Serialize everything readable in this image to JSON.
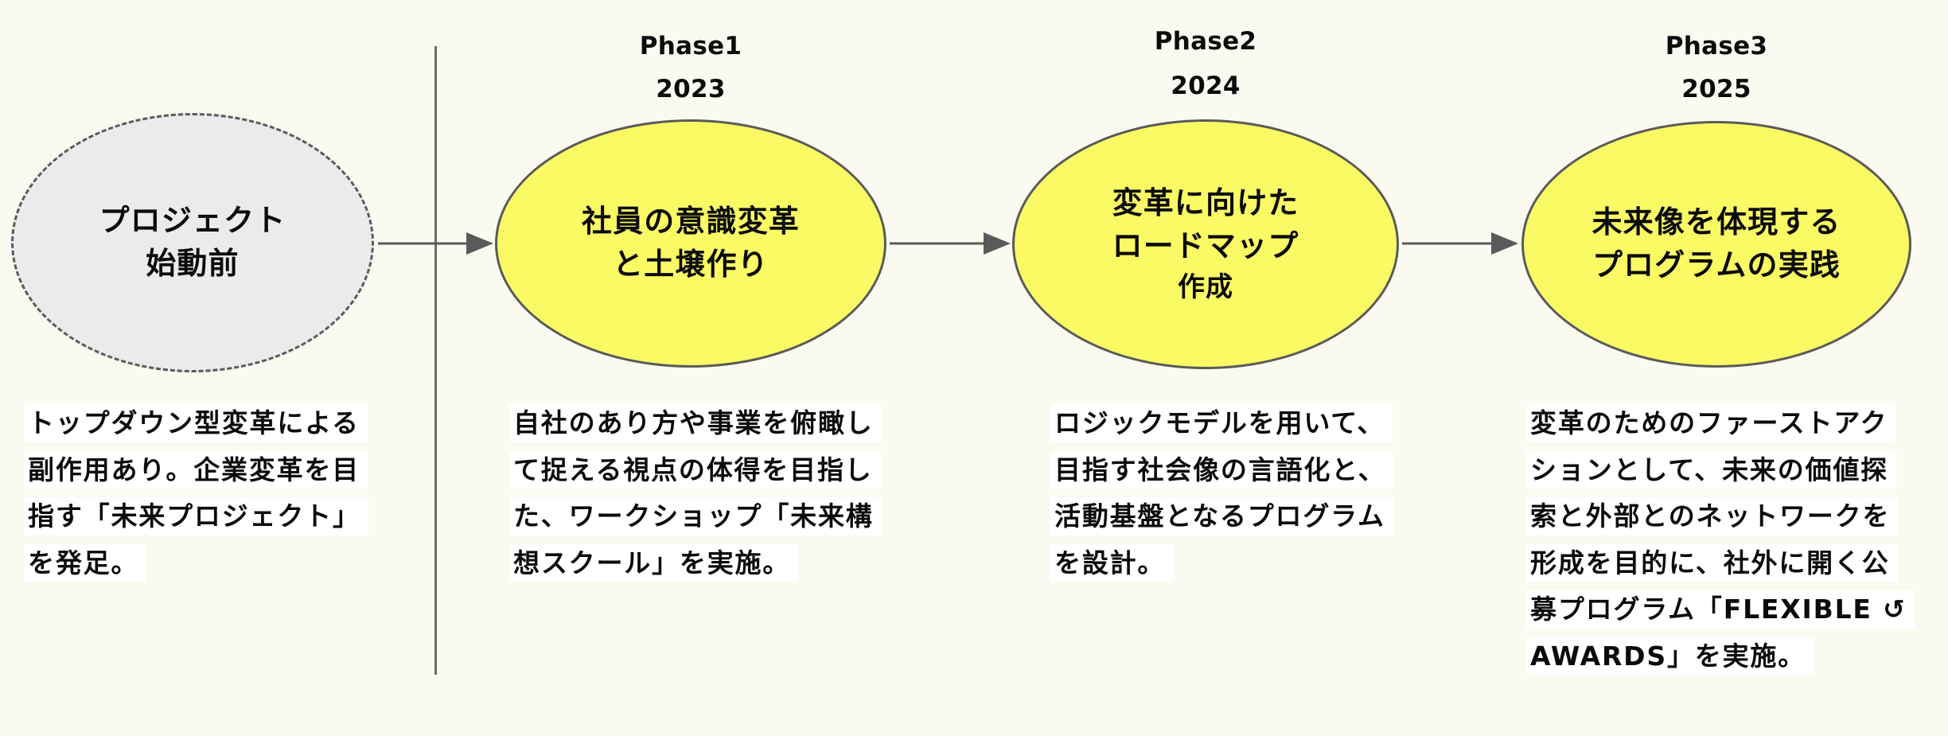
{
  "canvas": {
    "background": "#FBFAF1"
  },
  "colors": {
    "pre_phase_fill": "#EBEBEB",
    "phase_fill_yellow": "#FAFA64",
    "stroke_gray": "#5A5A5A",
    "divider_gray": "#6B6B6B",
    "highlight_white": "#FFFFFF",
    "text_black": "#0B0B0B"
  },
  "pre_phase": {
    "ellipse_lines": [
      "プロジェクト",
      "始動前"
    ],
    "description_lines": [
      "トップダウン型変革による",
      "副作用あり。企業変革を目",
      "指す「未来プロジェクト」",
      "を発足。"
    ]
  },
  "phases": [
    {
      "label": "Phase1",
      "year": "2023",
      "ellipse_lines": [
        "社員の意識変革",
        "と土壌作り"
      ],
      "description_lines": [
        "自社のあり方や事業を俯瞰し",
        "て捉える視点の体得を目指し",
        "た、ワークショップ「未来構",
        "想スクール」を実施。"
      ]
    },
    {
      "label": "Phase2",
      "year": "2024",
      "ellipse_lines": [
        "変革に向けた",
        "ロードマップ",
        "作成"
      ],
      "description_lines": [
        "ロジックモデルを用いて、",
        "目指す社会像の言語化と、",
        "活動基盤となるプログラム",
        "を設計。"
      ]
    },
    {
      "label": "Phase3",
      "year": "2025",
      "ellipse_lines": [
        "未来像を体現する",
        "プログラムの実践"
      ],
      "description_lines": [
        "変革のためのファーストアク",
        "ションとして、未来の価値探",
        "索と外部とのネットワークを",
        "形成を目的に、社外に開く公",
        "募プログラム「FLEXIBLE ↺",
        "AWARDS」を実施。"
      ]
    }
  ]
}
